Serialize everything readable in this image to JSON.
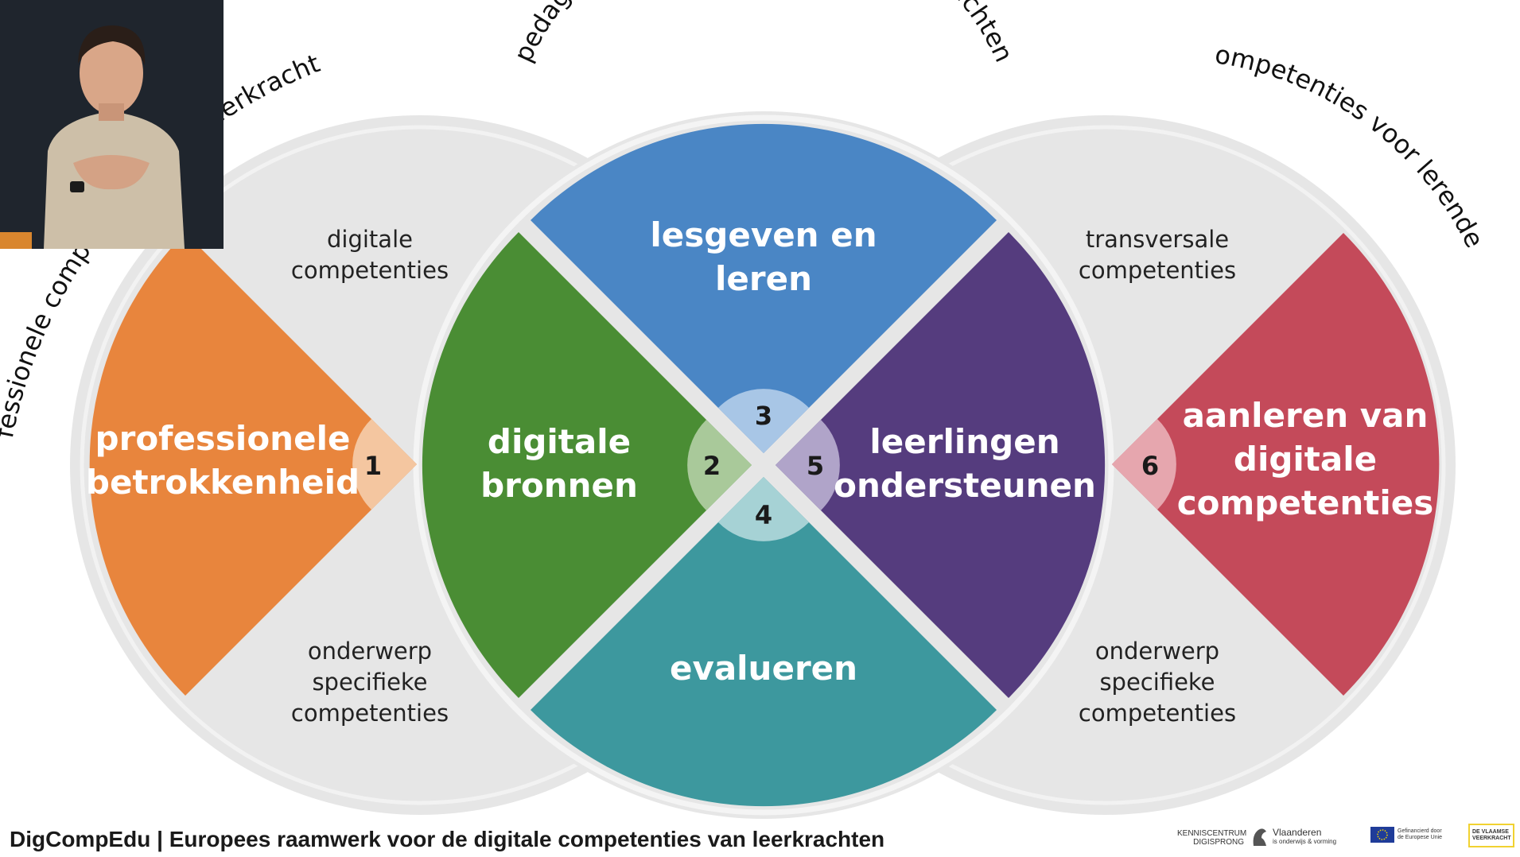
{
  "colors": {
    "background": "#ffffff",
    "outer_circle": "#e6e6e6",
    "professionele": "#e8853d",
    "digitale": "#4a8d34",
    "lesgeven": "#4a86c5",
    "leerlingen": "#553c7e",
    "evalueren": "#3d989e",
    "aanleren": "#c44a5a"
  },
  "arcs": {
    "left": "professionele competenties van leerkrachten",
    "top": "pedagogische competenties voor leerkrachten",
    "right": "competenties voor lerenden"
  },
  "sections": {
    "professionele": {
      "line1": "professionele",
      "line2": "betrokkenheid",
      "number": "1"
    },
    "digitale": {
      "line1": "digitale",
      "line2": "bronnen",
      "number": "2"
    },
    "lesgeven": {
      "line1": "lesgeven en",
      "line2": "leren",
      "number": "3"
    },
    "evalueren": {
      "line1": "evalueren",
      "number": "4"
    },
    "leerlingen": {
      "line1": "leerlingen",
      "line2": "ondersteunen",
      "number": "5"
    },
    "aanleren": {
      "line1": "aanleren van",
      "line2": "digitale",
      "line3": "competenties",
      "number": "6"
    }
  },
  "labels": {
    "left_top": {
      "line1": "digitale",
      "line2": "competenties"
    },
    "left_bottom": {
      "line1": "onderwerp",
      "line2": "specifieke",
      "line3": "competenties"
    },
    "right_top": {
      "line1": "transversale",
      "line2": "competenties"
    },
    "right_bottom": {
      "line1": "onderwerp",
      "line2": "specifieke",
      "line3": "competenties"
    }
  },
  "footer": {
    "title": "DigCompEdu | Europees raamwerk voor de digitale competenties van leerkrachten",
    "logos": [
      {
        "line1": "KENNISCENTRUM",
        "line2": "DIGISPRONG"
      },
      {
        "line1": "Vlaanderen",
        "line2": "is onderwijs & vorming"
      },
      {
        "line1": "Gefinancierd door",
        "line2": "de Europese Unie"
      },
      {
        "line1": "DE VLAAMSE",
        "line2": "VEERKRACHT"
      }
    ]
  }
}
